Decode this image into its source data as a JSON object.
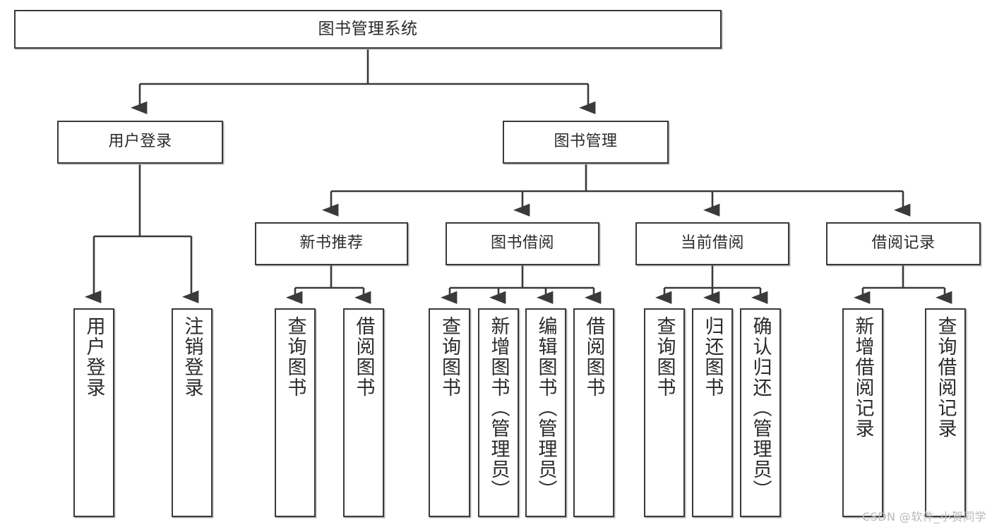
{
  "diagram": {
    "title": "图书管理系统",
    "watermark": "CSDN @软件_小贺同学",
    "stroke_color": "#3a3a3a",
    "text_color": "#2b2b2b",
    "background": "#ffffff",
    "root": {
      "label": "图书管理系统"
    },
    "level2": [
      {
        "label": "用户登录"
      },
      {
        "label": "图书管理"
      }
    ],
    "level3": [
      {
        "label": "新书推荐"
      },
      {
        "label": "图书借阅"
      },
      {
        "label": "当前借阅"
      },
      {
        "label": "借阅记录"
      }
    ],
    "leaves": {
      "user_login": [
        {
          "label": "用户登录"
        },
        {
          "label": "注销登录"
        }
      ],
      "new_book": [
        {
          "label": "查询图书"
        },
        {
          "label": "借阅图书"
        }
      ],
      "book_borrow": [
        {
          "label": "查询图书"
        },
        {
          "label": "新增图书（管理员）"
        },
        {
          "label": "编辑图书（管理员）"
        },
        {
          "label": "借阅图书"
        }
      ],
      "current_borrow": [
        {
          "label": "查询图书"
        },
        {
          "label": "归还图书"
        },
        {
          "label": "确认归还（管理员）"
        }
      ],
      "borrow_record": [
        {
          "label": "新增借阅记录"
        },
        {
          "label": "查询借阅记录"
        }
      ]
    }
  }
}
